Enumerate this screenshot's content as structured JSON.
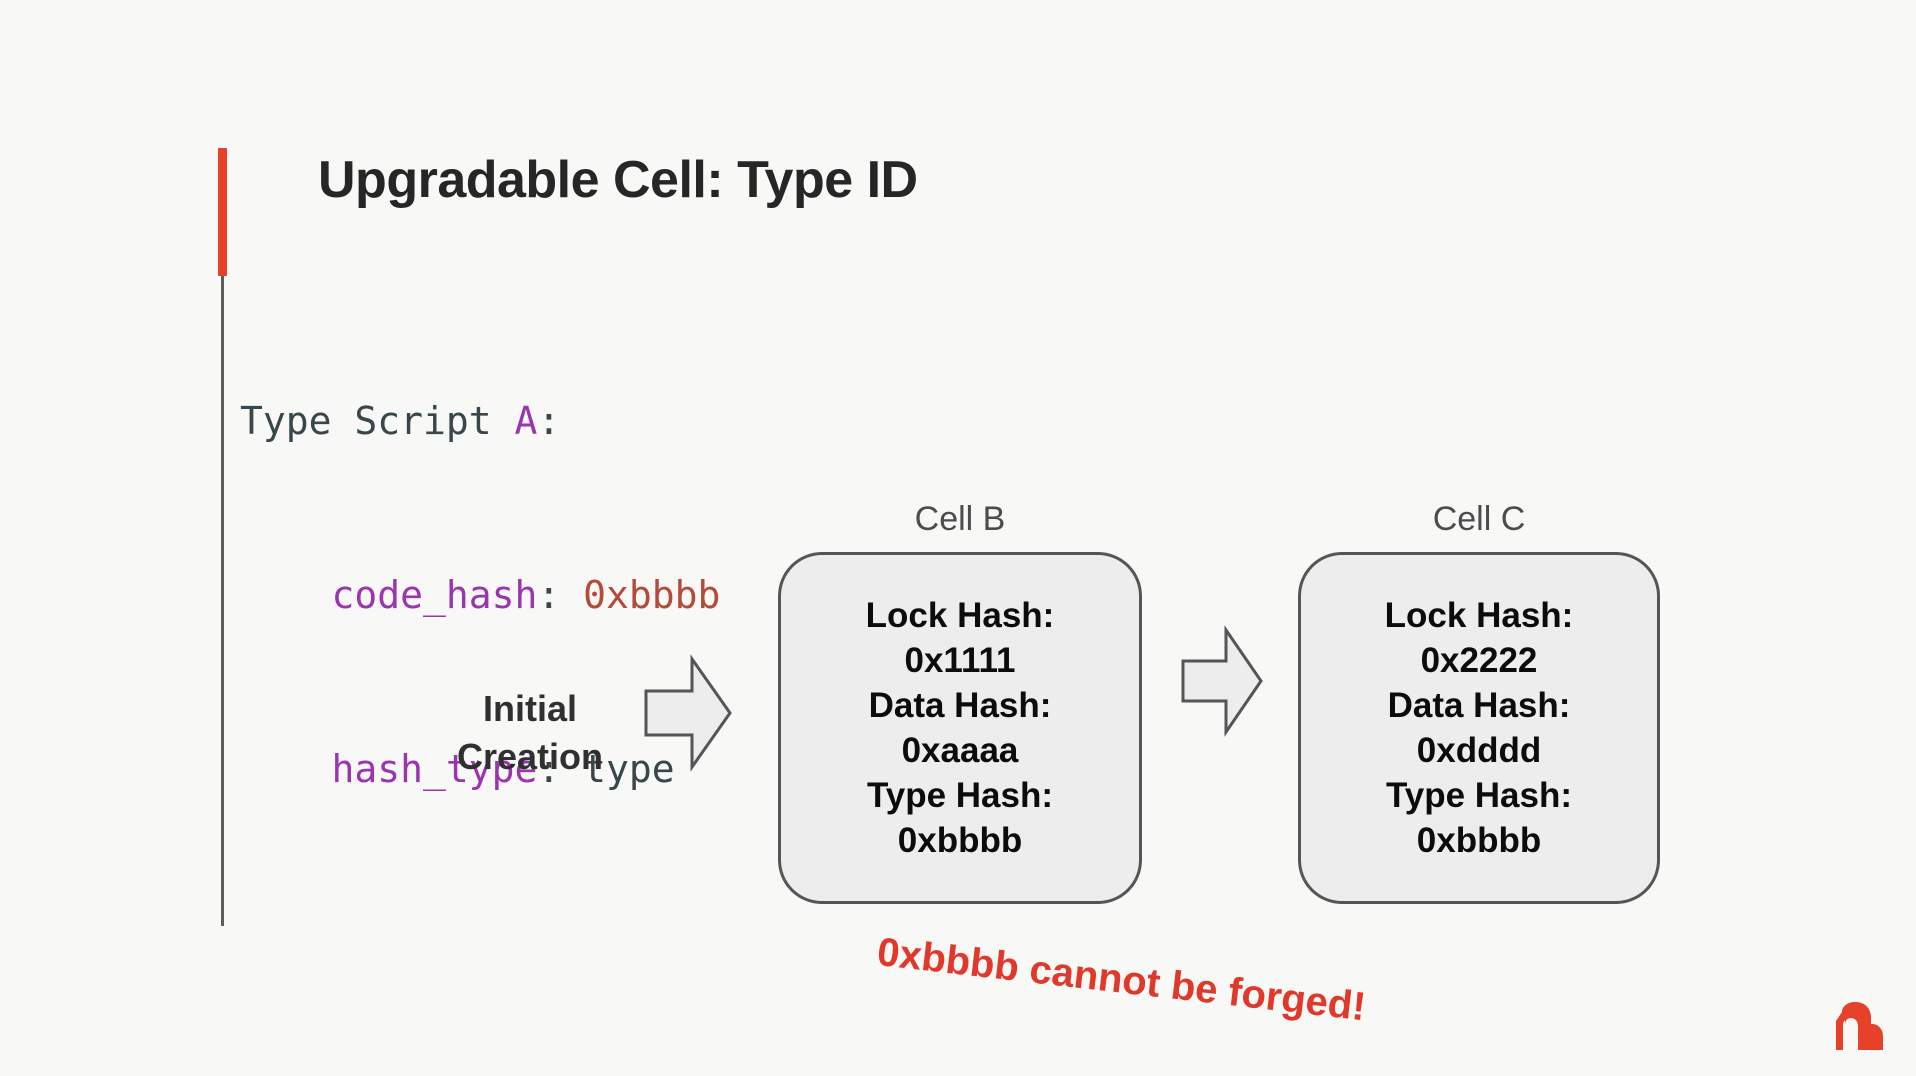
{
  "slide": {
    "background_color": "#f8f8f6",
    "accent_color": "#e8412a",
    "title": "Upgradable Cell: Type ID"
  },
  "code_block": {
    "language": "script-definition",
    "lines": [
      {
        "indent": 0,
        "segments": [
          {
            "kind": "plain",
            "text": "Type Script "
          },
          {
            "kind": "ident",
            "text": "A"
          },
          {
            "kind": "punct",
            "text": ":"
          }
        ]
      },
      {
        "indent": 1,
        "segments": [
          {
            "kind": "key",
            "text": "code_hash"
          },
          {
            "kind": "punct",
            "text": ": "
          },
          {
            "kind": "value",
            "text": "0xbbbb"
          }
        ]
      },
      {
        "indent": 1,
        "segments": [
          {
            "kind": "key",
            "text": "hash_type"
          },
          {
            "kind": "punct",
            "text": ": "
          },
          {
            "kind": "plain",
            "text": "type"
          }
        ]
      }
    ],
    "colors": {
      "plain": "#38474a",
      "ident": "#9b34b0",
      "key": "#9b34b0",
      "punct": "#38474a",
      "value": "#b5493a"
    }
  },
  "diagram": {
    "initial_creation_label": "Initial\nCreation",
    "initial_creation_line_1": "Initial",
    "initial_creation_line_2": "Creation",
    "arrow_1_name": "arrow-initial-creation-to-cell-b",
    "arrow_2_name": "arrow-cell-b-to-cell-c",
    "cells": [
      {
        "label": "Cell B",
        "fields": [
          "Lock Hash:",
          "0x1111",
          "Data Hash:",
          "0xaaaa",
          "Type Hash:",
          "0xbbbb"
        ]
      },
      {
        "label": "Cell C",
        "fields": [
          "Lock Hash:",
          "0x2222",
          "Data Hash:",
          "0xdddd",
          "Type Hash:",
          "0xbbbb"
        ]
      }
    ]
  },
  "warning": {
    "text": "0xbbbb cannot be forged!",
    "color": "#e0382a"
  },
  "logo": {
    "name": "nervos-gorilla-logo",
    "color": "#e8412a"
  }
}
